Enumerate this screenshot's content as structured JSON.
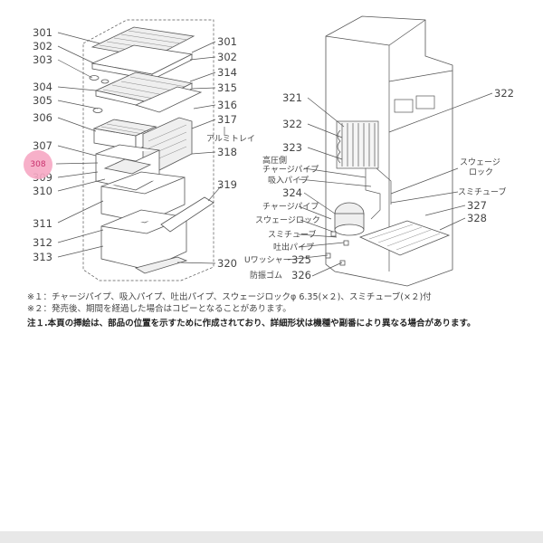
{
  "left_labels": [
    "301",
    "302",
    "303",
    "304",
    "305",
    "306",
    "307",
    "309",
    "310",
    "311",
    "312",
    "313"
  ],
  "right_labels": [
    "301",
    "302",
    "314",
    "315",
    "316",
    "317",
    "318",
    "319",
    "320"
  ],
  "aluminum_tray": "アルミトレイ",
  "highlighted_part": "308",
  "cycle_labels": {
    "p321": "321",
    "p322a": "322",
    "p322b": "322",
    "p323": "323",
    "high_side": "高圧側",
    "charge_pipe_1": "チャージパイプ",
    "suction_pipe": "吸入パイプ",
    "p324": "324",
    "charge_pipe_2": "チャージパイプ",
    "swage_lock_1": "スウェージロック",
    "sumi_tube_1": "スミチューブ",
    "discharge_pipe": "吐出パイプ",
    "u_washer": "Uワッシャー",
    "p325": "325",
    "vib_rubber": "防振ゴム",
    "p326": "326",
    "swage_lock_2a": "スウェージ",
    "swage_lock_2b": "ロック",
    "sumi_tube_2": "スミチューブ",
    "p327": "327",
    "p328": "328"
  },
  "notes": {
    "note1": "※１：チャージパイプ、吸入パイプ、吐出パイプ、スウェージロックφ 6.35(×２)、スミチューブ(×２)付",
    "note2": "※２：発売後、期間を経過した場合はコピーとなることがあります。",
    "note3": "注１.本頁の挿絵は、部品の位置を示すために作成されており、詳細形状は機種や副番により異なる場合があります。"
  }
}
